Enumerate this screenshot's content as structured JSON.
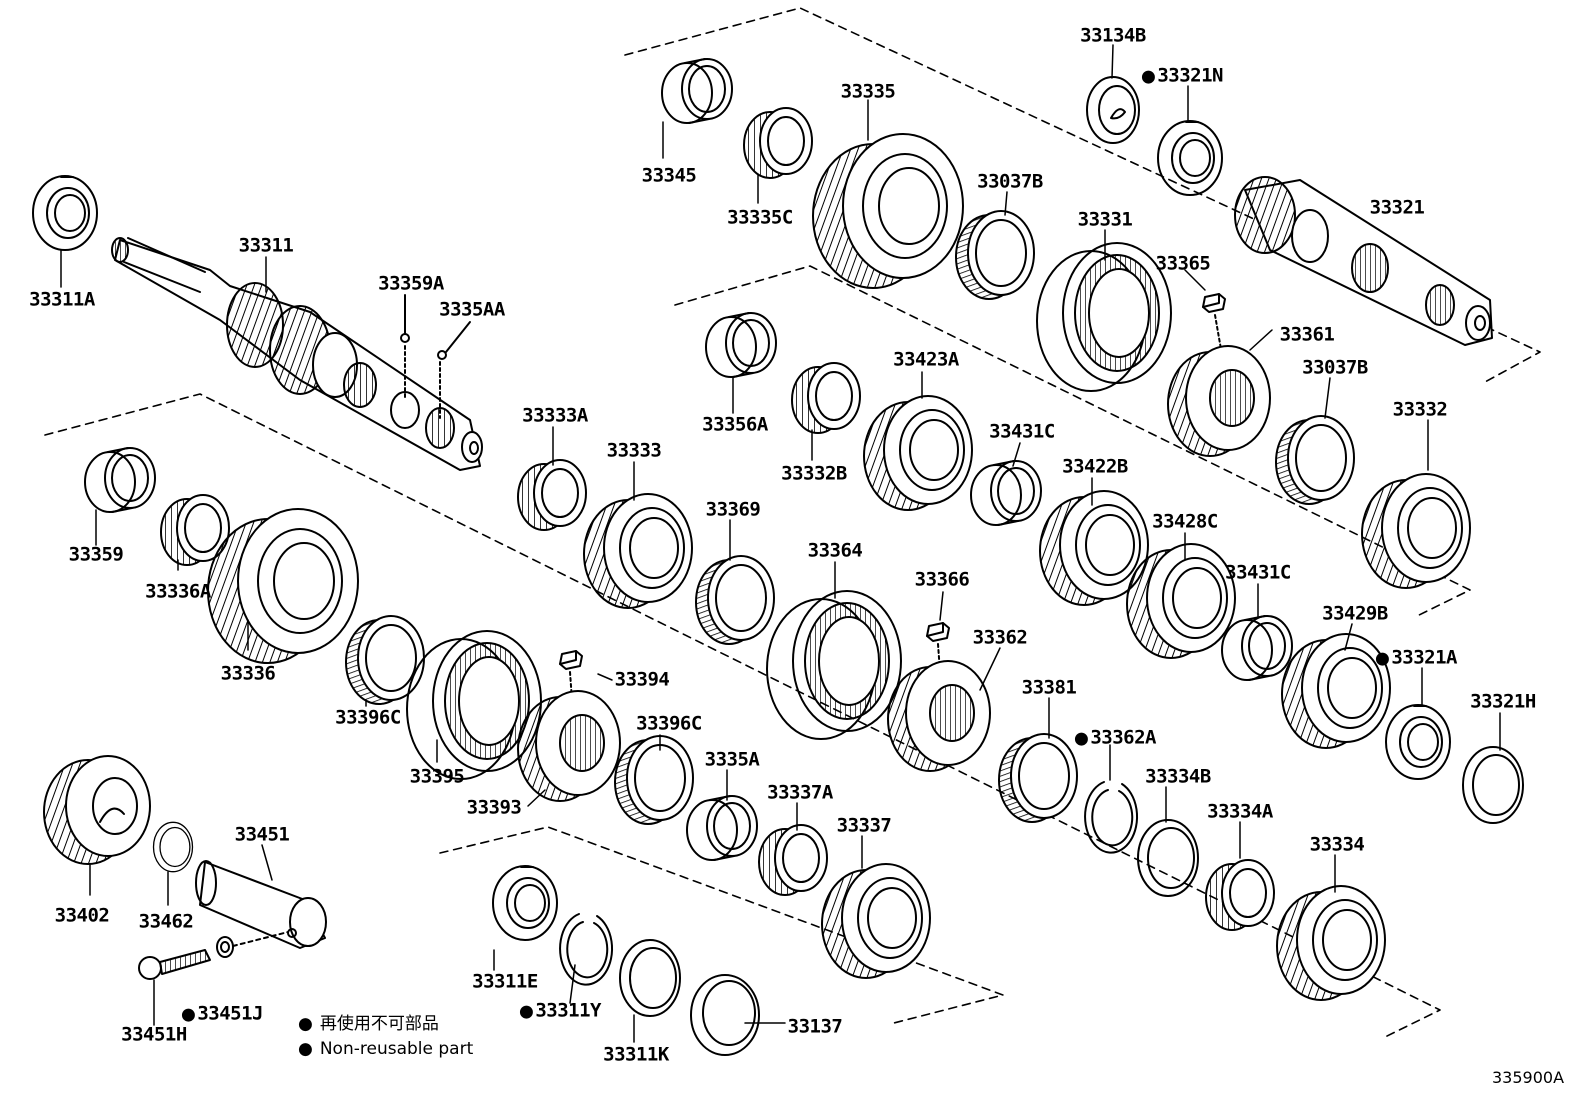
{
  "diagram_code": "335900A",
  "legend": {
    "bullet": "●",
    "japanese": "再使用不可部品",
    "english": "Non-reusable part"
  },
  "callouts": {
    "33134B": {
      "part": "33134B",
      "reusable": true
    },
    "33321N": {
      "part": "33321N",
      "reusable": false
    },
    "33335": {
      "part": "33335",
      "reusable": true
    },
    "33345": {
      "part": "33345",
      "reusable": true
    },
    "33335C": {
      "part": "33335C",
      "reusable": true
    },
    "33037B_top": {
      "part": "33037B",
      "reusable": true
    },
    "33331": {
      "part": "33331",
      "reusable": true
    },
    "33321": {
      "part": "33321",
      "reusable": true
    },
    "33365": {
      "part": "33365",
      "reusable": true
    },
    "33361": {
      "part": "33361",
      "reusable": true
    },
    "33037B_mid": {
      "part": "33037B",
      "reusable": true
    },
    "33332": {
      "part": "33332",
      "reusable": true
    },
    "33311": {
      "part": "33311",
      "reusable": true
    },
    "33311A": {
      "part": "33311A",
      "reusable": true
    },
    "33359A": {
      "part": "33359A",
      "reusable": true
    },
    "3335AA": {
      "part": "3335AA",
      "reusable": true
    },
    "33356A": {
      "part": "33356A",
      "reusable": true
    },
    "33332B": {
      "part": "33332B",
      "reusable": true
    },
    "33423A": {
      "part": "33423A",
      "reusable": true
    },
    "33431C_a": {
      "part": "33431C",
      "reusable": true
    },
    "33422B": {
      "part": "33422B",
      "reusable": true
    },
    "33428C": {
      "part": "33428C",
      "reusable": true
    },
    "33431C_b": {
      "part": "33431C",
      "reusable": true
    },
    "33429B": {
      "part": "33429B",
      "reusable": true
    },
    "33321A": {
      "part": "33321A",
      "reusable": false
    },
    "33321H": {
      "part": "33321H",
      "reusable": true
    },
    "33333A": {
      "part": "33333A",
      "reusable": true
    },
    "33333": {
      "part": "33333",
      "reusable": true
    },
    "33369": {
      "part": "33369",
      "reusable": true
    },
    "33364": {
      "part": "33364",
      "reusable": true
    },
    "33366": {
      "part": "33366",
      "reusable": true
    },
    "33362": {
      "part": "33362",
      "reusable": true
    },
    "33381": {
      "part": "33381",
      "reusable": true
    },
    "33362A": {
      "part": "33362A",
      "reusable": false
    },
    "33334B": {
      "part": "33334B",
      "reusable": true
    },
    "33334A": {
      "part": "33334A",
      "reusable": true
    },
    "33334": {
      "part": "33334",
      "reusable": true
    },
    "33359": {
      "part": "33359",
      "reusable": true
    },
    "33336A": {
      "part": "33336A",
      "reusable": true
    },
    "33336": {
      "part": "33336",
      "reusable": true
    },
    "33396C_a": {
      "part": "33396C",
      "reusable": true
    },
    "33395": {
      "part": "33395",
      "reusable": true
    },
    "33394": {
      "part": "33394",
      "reusable": true
    },
    "33393": {
      "part": "33393",
      "reusable": true
    },
    "33396C_b": {
      "part": "33396C",
      "reusable": true
    },
    "3335A": {
      "part": "3335A",
      "reusable": true
    },
    "33337A": {
      "part": "33337A",
      "reusable": true
    },
    "33337": {
      "part": "33337",
      "reusable": true
    },
    "33402": {
      "part": "33402",
      "reusable": true
    },
    "33462": {
      "part": "33462",
      "reusable": true
    },
    "33451": {
      "part": "33451",
      "reusable": true
    },
    "33451J": {
      "part": "33451J",
      "reusable": false
    },
    "33451H": {
      "part": "33451H",
      "reusable": true
    },
    "33311E": {
      "part": "33311E",
      "reusable": true
    },
    "33311Y": {
      "part": "33311Y",
      "reusable": false
    },
    "33311K": {
      "part": "33311K",
      "reusable": true
    },
    "33137": {
      "part": "33137",
      "reusable": true
    }
  }
}
